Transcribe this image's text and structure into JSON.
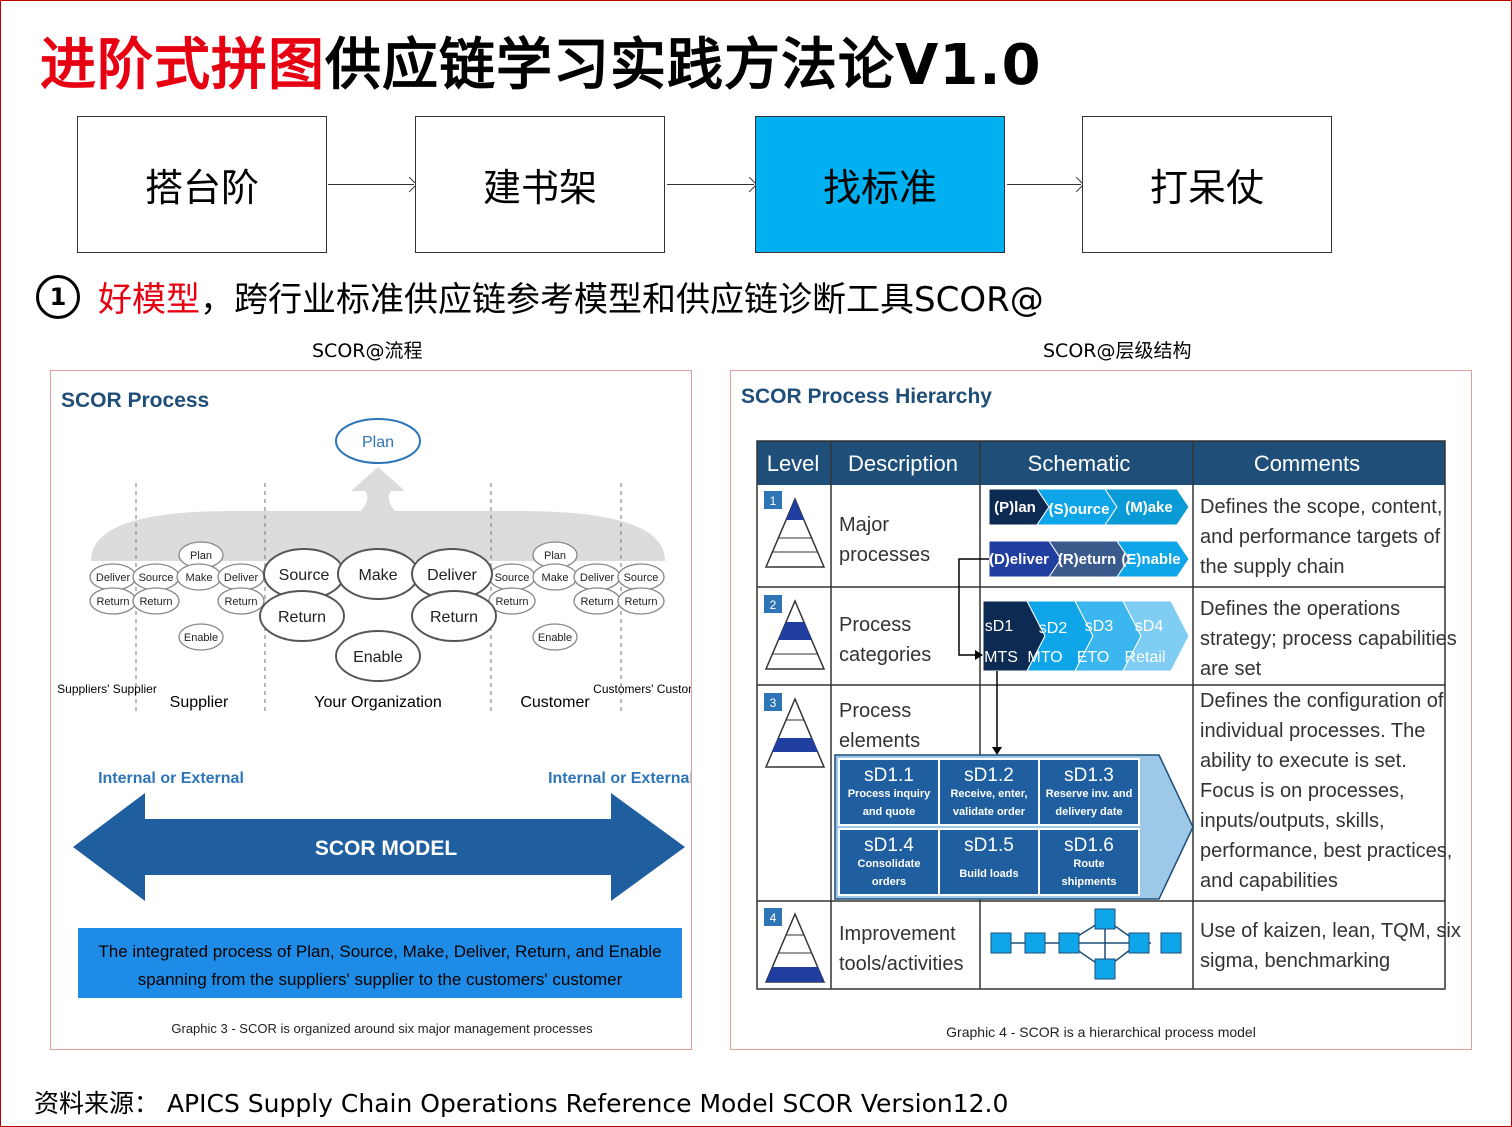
{
  "title": {
    "highlight": "进阶式拼图",
    "rest": "供应链学习实践方法论V1.0"
  },
  "steps": [
    "搭台阶",
    "建书架",
    "找标准",
    "打呆仗"
  ],
  "colors": {
    "active_step": "#00b0f0",
    "title_red": "#e60012",
    "scor_blue": "#1f4e79"
  },
  "headline": {
    "number": "1",
    "highlight": "好模型",
    "rest": "，跨行业标准供应链参考模型和供应链诊断工具SCOR@"
  },
  "captions": {
    "left": "SCOR@流程",
    "right": "SCOR@层级结构"
  },
  "scor_process": {
    "title": "SCOR Process",
    "plan": "Plan",
    "org": {
      "source": "Source",
      "make": "Make",
      "deliver": "Deliver",
      "return": "Return",
      "enable": "Enable"
    },
    "small": {
      "plan": "Plan",
      "deliver": "Deliver",
      "source": "Source",
      "make": "Make",
      "return": "Return",
      "enable": "Enable"
    },
    "labels": {
      "suppliers_supplier": "Suppliers' Supplier",
      "supplier": "Supplier",
      "your_org": "Your Organization",
      "customer": "Customer",
      "customers_customer": "Customers' Customer"
    },
    "internal_external": "Internal or External",
    "model": "SCOR MODEL",
    "banner": [
      "The integrated process of Plan, Source, Make, Deliver, Return, and Enable",
      "spanning from the suppliers' supplier to the customers' customer"
    ],
    "graphic_caption": "Graphic 3 - SCOR is organized around six major management processes"
  },
  "scor_hierarchy": {
    "title": "SCOR Process Hierarchy",
    "headers": [
      "Level",
      "Description",
      "Schematic",
      "Comments"
    ],
    "rows": [
      {
        "level": "1",
        "description": [
          "Major",
          "processes"
        ],
        "comments": [
          "Defines the scope, content,",
          "and performance targets of",
          "the supply chain"
        ]
      },
      {
        "level": "2",
        "description": [
          "Process",
          "categories"
        ],
        "comments": [
          "Defines the operations",
          "strategy; process capabilities",
          "are set"
        ]
      },
      {
        "level": "3",
        "description": [
          "Process",
          "elements"
        ],
        "comments": [
          "Defines the configuration of",
          "individual processes. The",
          "ability to execute is set.",
          "Focus is on processes,",
          "inputs/outputs, skills,",
          "performance, best practices,",
          "and capabilities"
        ]
      },
      {
        "level": "4",
        "description": [
          "Improvement",
          "tools/activities"
        ],
        "comments": [
          "Use of kaizen, lean, TQM, six",
          "sigma, benchmarking"
        ]
      }
    ],
    "level1_chevrons": [
      "(P)lan",
      "(S)ource",
      "(M)ake",
      "(D)eliver",
      "(R)eturn",
      "(E)nable"
    ],
    "level2_chevrons": [
      [
        "sD1",
        "MTS"
      ],
      [
        "sD2",
        "MTO"
      ],
      [
        "sD3",
        "ETO"
      ],
      [
        "sD4",
        "Retail"
      ]
    ],
    "level3_cells": [
      {
        "code": "sD1.1",
        "desc": [
          "Process inquiry",
          "and quote"
        ]
      },
      {
        "code": "sD1.2",
        "desc": [
          "Receive, enter,",
          "validate order"
        ]
      },
      {
        "code": "sD1.3",
        "desc": [
          "Reserve inv. and",
          "delivery date"
        ]
      },
      {
        "code": "sD1.4",
        "desc": [
          "Consolidate",
          "orders"
        ]
      },
      {
        "code": "sD1.5",
        "desc": [
          "Build loads"
        ]
      },
      {
        "code": "sD1.6",
        "desc": [
          "Route",
          "shipments"
        ]
      }
    ],
    "graphic_caption": "Graphic 4 - SCOR is a hierarchical process model"
  },
  "source": "资料来源：  APICS Supply Chain Operations Reference Model SCOR Version12.0"
}
